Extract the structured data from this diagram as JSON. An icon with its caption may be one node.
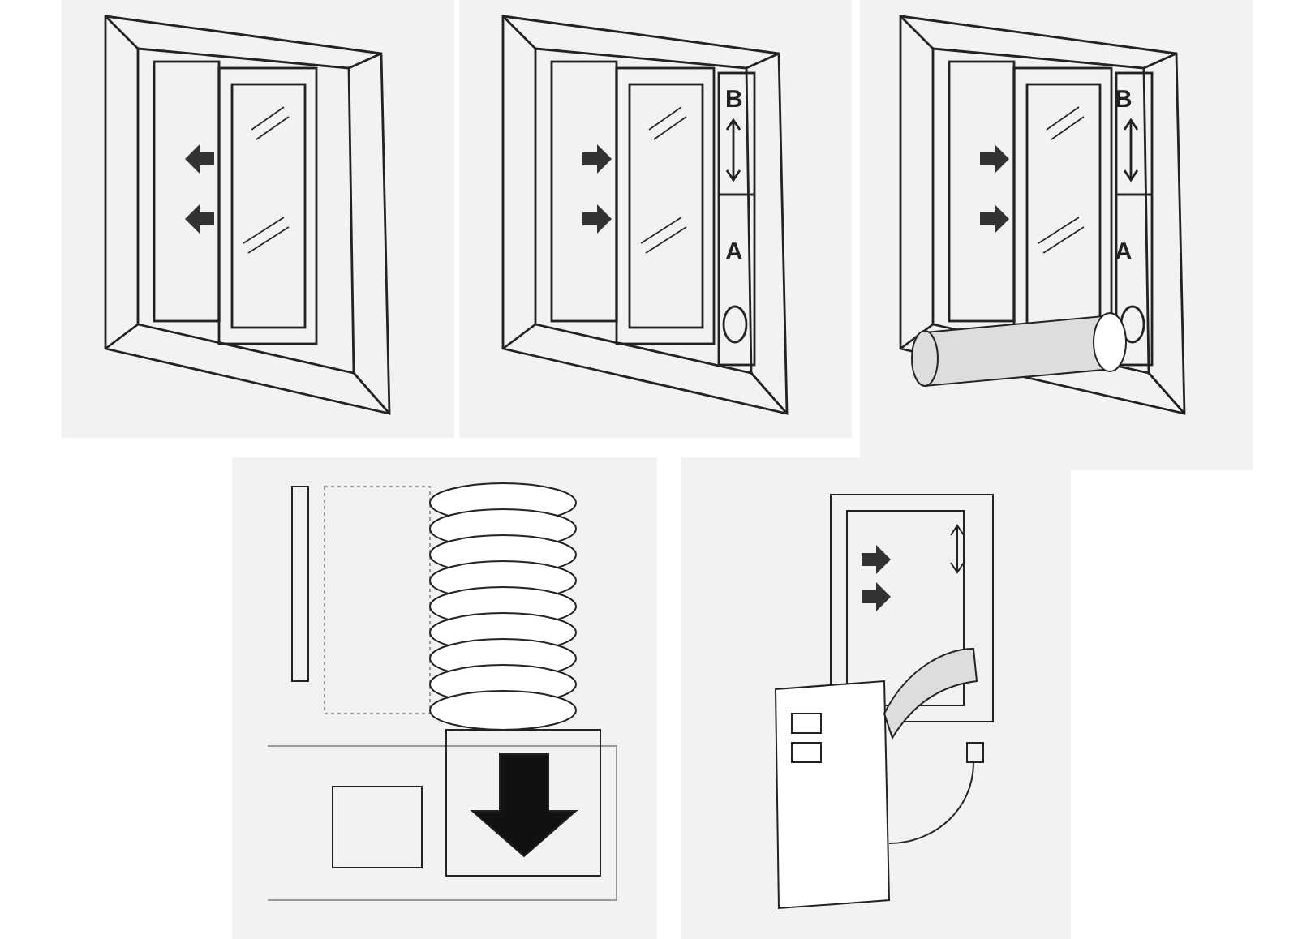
{
  "diagram": {
    "labels": [
      "B",
      "A",
      "B",
      "A"
    ]
  }
}
